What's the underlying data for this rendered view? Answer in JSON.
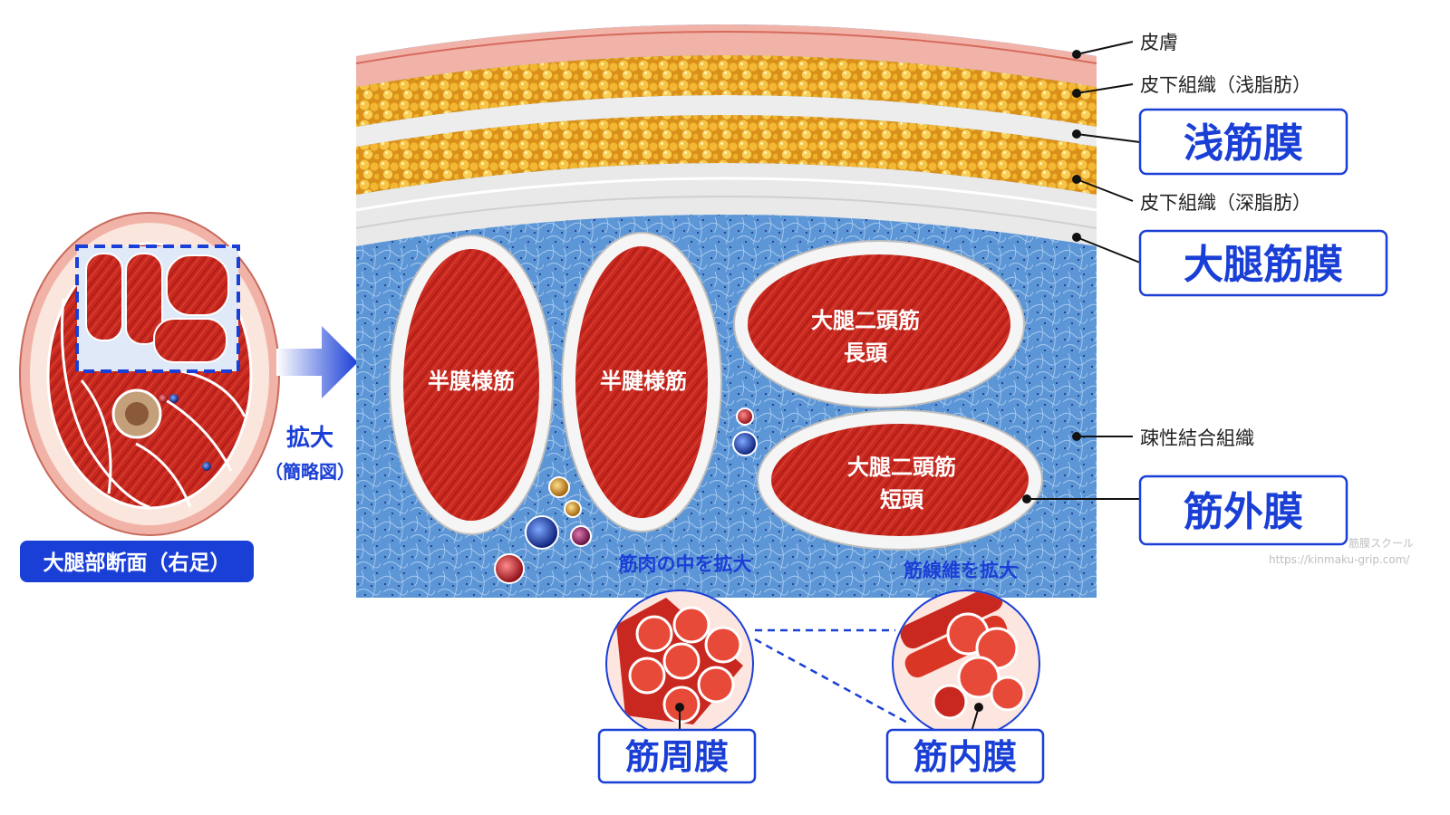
{
  "section_label": "大腿部断面（右足）",
  "zoom_label": "拡大",
  "zoom_sublabel": "（簡略図）",
  "layers": {
    "skin": "皮膚",
    "subcutaneous_shallow": "皮下組織（浅脂肪）",
    "superficial_fascia": "浅筋膜",
    "subcutaneous_deep": "皮下組織（深脂肪）",
    "fascia_lata": "大腿筋膜",
    "loose_connective": "疎性結合組織",
    "epimysium": "筋外膜"
  },
  "muscles": {
    "semimembranosus": "半膜様筋",
    "semitendinosus": "半腱様筋",
    "biceps_long_line1": "大腿二頭筋",
    "biceps_long_line2": "長頭",
    "biceps_short_line1": "大腿二頭筋",
    "biceps_short_line2": "短頭"
  },
  "zoom_captions": {
    "inside_muscle": "筋肉の中を拡大",
    "muscle_fiber": "筋線維を拡大"
  },
  "bottom_labels": {
    "perimysium": "筋周膜",
    "endomysium": "筋内膜"
  },
  "watermark": {
    "line1": "筋膜スクール",
    "line2": "https://kinmaku-grip.com/"
  },
  "colors": {
    "accent_blue": "#1a3fd6",
    "muscle_red": "#c8281f",
    "fat_yellow": "#f0b22a",
    "connective_blue": "#5d96d6",
    "fascia_white": "#ececec",
    "skin_pink": "#f1b3a8"
  }
}
